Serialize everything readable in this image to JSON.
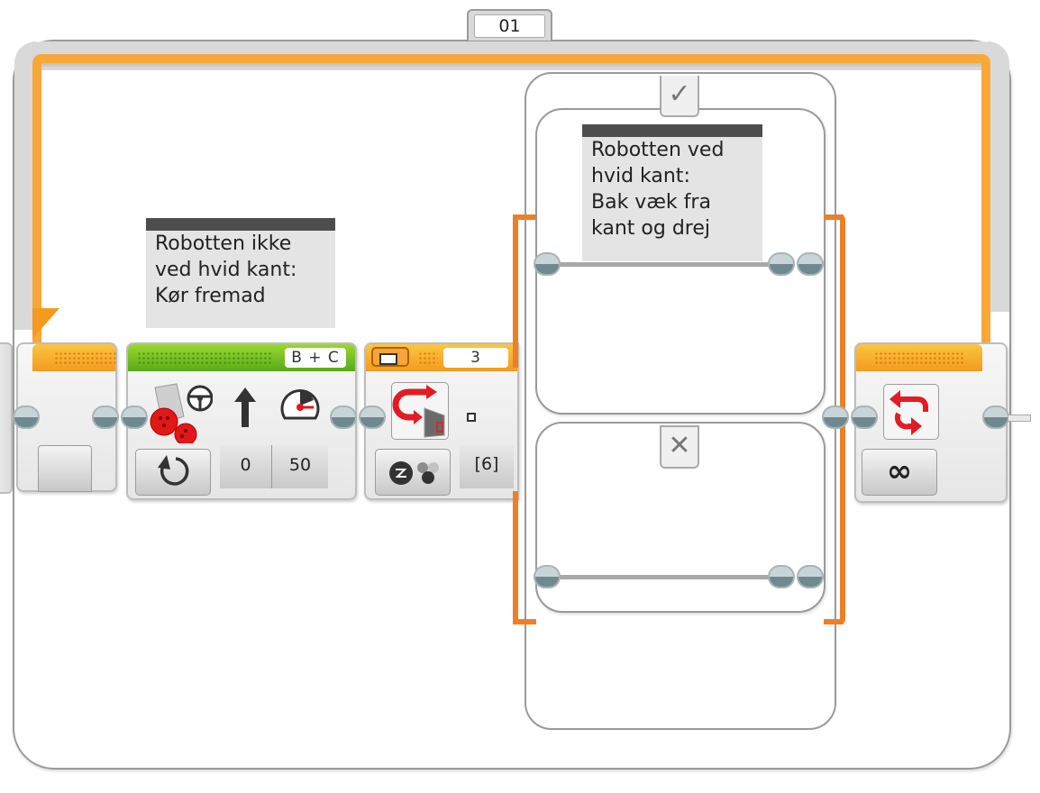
{
  "loop": {
    "name_label": "01",
    "mode_icon": "infinity-icon",
    "colors": {
      "loop_wire": "#f9a838",
      "switch_rail": "#ed7f28",
      "move_header": "#5aa91a"
    }
  },
  "comments": [
    {
      "text_lines": [
        "Robotten ikke",
        "ved hvid kant:",
        "Kør fremad"
      ]
    },
    {
      "text_lines": [
        "Robotten ved",
        "hvid kant:",
        "Bak væk fra",
        "kant og drej"
      ]
    }
  ],
  "move_block": {
    "ports_label": "B + C",
    "mode_icon": "rotate-on-icon",
    "icons": [
      "steering-motors-icon",
      "steering-arrow-up-icon",
      "power-gauge-icon"
    ],
    "steering_value": "0",
    "power_value": "50"
  },
  "switch_block": {
    "port_value": "3",
    "sensor_icon": "color-sensor-switch-icon",
    "mode_icon": "color-mode-icon",
    "colors_value": "[6]",
    "cases": [
      {
        "tab_icon": "checkmark-icon",
        "tab_glyph": "✓"
      },
      {
        "tab_icon": "cross-icon",
        "tab_glyph": "✕"
      }
    ]
  },
  "loop_end": {
    "icon": "loop-repeat-icon",
    "mode_glyph": "∞"
  }
}
